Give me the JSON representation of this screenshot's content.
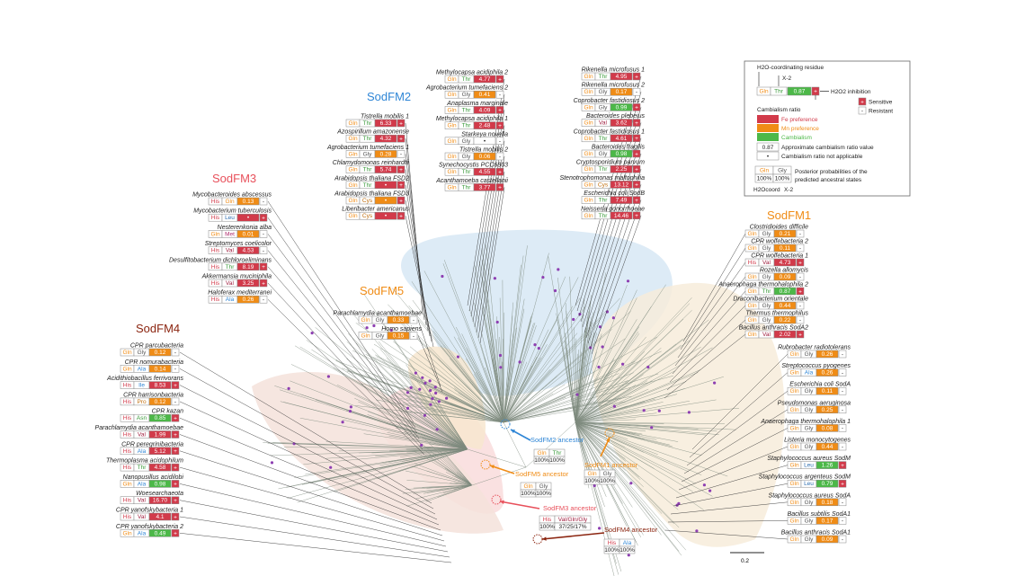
{
  "colors": {
    "Fe": "#d23a4a",
    "Mn": "#f08c16",
    "Cam": "#4cb848",
    "SodFM1": "#f08c16",
    "SodFM2": "#2f86d6",
    "SodFM3": "#e8505b",
    "SodFM4": "#8b2510",
    "SodFM5": "#f08c16"
  },
  "families": [
    {
      "key": "SodFM2",
      "label": "SodFM2"
    },
    {
      "key": "SodFM3",
      "label": "SodFM3"
    },
    {
      "key": "SodFM5",
      "label": "SodFM5"
    },
    {
      "key": "SodFM4",
      "label": "SodFM4"
    },
    {
      "key": "SodFM1",
      "label": "SodFM1"
    }
  ],
  "ancestors": {
    "SodFM2": {
      "label": "SodFM2 ancestor",
      "a": "Gln",
      "b": "Thr",
      "pa": "100%",
      "pb": "100%"
    },
    "SodFM1": {
      "label": "SodFM1 ancestor",
      "a": "Gln",
      "b": "Gly",
      "pa": "100%",
      "pb": "100%"
    },
    "SodFM5": {
      "label": "SodFM5 ancestor",
      "a": "Gln",
      "b": "Gly",
      "pa": "100%",
      "pb": "100%"
    },
    "SodFM3": {
      "label": "SodFM3 ancestor",
      "a": "His",
      "b": "Val/Gln/Gly",
      "pa": "100%",
      "pb": "37/25/17%"
    },
    "SodFM4": {
      "label": "SodFM4 ancestor",
      "a": "His",
      "b": "Ala",
      "pa": "100%",
      "pb": "100%"
    }
  },
  "legend": {
    "title": "H2O-coordinating residue",
    "x_label": "X",
    "inhibition": "H2O2 inhibition",
    "sensitive": "Sensitive",
    "resistant": "Resistant",
    "ratio_title": "Cambialism ratio",
    "fe_pref": "Fe preference",
    "mn_pref": "Mn preference",
    "cambialism": "Cambialism",
    "approx_val": "0.87",
    "approx_text": "Approximate cambialism ratio value",
    "na_text": "Cambialism ratio not applicable",
    "posterior_text1": "Posterior probabilities of the",
    "posterior_text2": "predicted ancestral states",
    "ex_a": "Gln",
    "ex_b": "Thr",
    "ex_val": "0.87",
    "ex_pa": "100%",
    "ex_pb": "100%",
    "ex2_a": "Gln",
    "ex2_b": "Gly",
    "coord_label": "H2Ocoord",
    "x2_label": "X-2"
  },
  "scale_label": "0.2",
  "species": {
    "SodFM2": [
      {
        "name": "Methylocapsa acidiphila 2",
        "a": "Gln",
        "b": "Thr",
        "val": "4.77",
        "c": "Fe",
        "s": "+"
      },
      {
        "name": "Agrobacterium tumefaciens 2",
        "a": "Gln",
        "b": "Gly",
        "val": "0.41",
        "c": "Mn",
        "s": "-"
      },
      {
        "name": "Anaplasma marginale",
        "a": "Gln",
        "b": "Thr",
        "val": "4.09",
        "c": "Fe",
        "s": "+"
      },
      {
        "name": "Methylocapsa acidiphila 1",
        "a": "Gln",
        "b": "Thr",
        "val": "2.48",
        "c": "Fe",
        "s": "+"
      },
      {
        "name": "Starkeya novella",
        "a": "Gln",
        "b": "Gly",
        "val": "•",
        "c": "none",
        "s": "-"
      },
      {
        "name": "Tistrella mobilis 2",
        "a": "Gln",
        "b": "Gly",
        "val": "0.06",
        "c": "Mn",
        "s": "-"
      },
      {
        "name": "Synechocystis PCC6803",
        "a": "Gln",
        "b": "Thr",
        "val": "4.55",
        "c": "Fe",
        "s": "+"
      },
      {
        "name": "Acanthamoeba castellanii",
        "a": "Gln",
        "b": "Thr",
        "val": "3.77",
        "c": "Fe",
        "s": "+"
      },
      {
        "name": "Rikenella microfusus 1",
        "a": "Gln",
        "b": "Thr",
        "val": "4.95",
        "c": "Fe",
        "s": "+"
      },
      {
        "name": "Rikenella microfusus 2",
        "a": "Gln",
        "b": "Gly",
        "val": "0.17",
        "c": "Mn",
        "s": "-"
      },
      {
        "name": "Coprobacter fastidiosus 2",
        "a": "Gln",
        "b": "Gly",
        "val": "0.99",
        "c": "Cam",
        "s": "+"
      },
      {
        "name": "Bacteroides plebeius",
        "a": "Gln",
        "b": "Val",
        "val": "3.62",
        "c": "Fe",
        "s": "+"
      },
      {
        "name": "Coprobacter fastidiosus 1",
        "a": "Gln",
        "b": "Thr",
        "val": "4.61",
        "c": "Fe",
        "s": "+"
      },
      {
        "name": "Bacteroides fragilis",
        "a": "Gln",
        "b": "Gly",
        "val": "0.98",
        "c": "Cam",
        "s": "+"
      },
      {
        "name": "Cryptosporidium parvum",
        "a": "Gln",
        "b": "Thr",
        "val": "2.25",
        "c": "Fe",
        "s": "+"
      },
      {
        "name": "Stenotrophomonas maltophilia",
        "a": "Gln",
        "b": "Cys",
        "val": "13.12",
        "c": "Fe",
        "s": "+"
      },
      {
        "name": "Escherichia coli SodB",
        "a": "Gln",
        "b": "Thr",
        "val": "7.49",
        "c": "Fe",
        "s": "+"
      },
      {
        "name": "Neisseria gonorrhoeae",
        "a": "Gln",
        "b": "Thr",
        "val": "14.46",
        "c": "Fe",
        "s": "+"
      },
      {
        "name": "Tistrella mobilis 1",
        "a": "Gln",
        "b": "Thr",
        "val": "6.33",
        "c": "Fe",
        "s": "+"
      },
      {
        "name": "Azospirillum amazonense",
        "a": "Gln",
        "b": "Thr",
        "val": "4.32",
        "c": "Fe",
        "s": "+"
      },
      {
        "name": "Agrobacterium tumefaciens 1",
        "a": "Gln",
        "b": "Gly",
        "val": "0.28",
        "c": "Mn",
        "s": "-"
      },
      {
        "name": "Chlamydomonas reinhardtii",
        "a": "Gln",
        "b": "Thr",
        "val": "5.74",
        "c": "Fe",
        "s": "+"
      },
      {
        "name": "Arabidopsis thaliana FSD2",
        "a": "Gln",
        "b": "Thr",
        "val": "•",
        "c": "Fe",
        "s": "+"
      },
      {
        "name": "Arabidopsis thaliana FSD3",
        "a": "Gln",
        "b": "Cys",
        "val": "•",
        "c": "Mn",
        "s": "+"
      },
      {
        "name": "Liberibacter americanus",
        "a": "Gln",
        "b": "Cys",
        "val": "•",
        "c": "Fe",
        "s": "+"
      }
    ],
    "SodFM3": [
      {
        "name": "Mycobacteroides abscessus",
        "a": "His",
        "b": "Gln",
        "val": "0.13",
        "c": "Mn",
        "s": "-"
      },
      {
        "name": "Mycobacterium tuberculosis",
        "a": "His",
        "b": "Leu",
        "val": "•",
        "c": "Fe",
        "s": "+"
      },
      {
        "name": "Nesterenkonia alba",
        "a": "Gln",
        "b": "Met",
        "val": "0.01",
        "c": "Mn",
        "s": "-"
      },
      {
        "name": "Streptomyces coelicolor",
        "a": "His",
        "b": "Val",
        "val": "4.53",
        "c": "Fe",
        "s": "-"
      },
      {
        "name": "Desulfitobacterium dichloroeliminans",
        "a": "His",
        "b": "Thr",
        "val": "8.19",
        "c": "Fe",
        "s": "+"
      },
      {
        "name": "Akkermansia muciniphila",
        "a": "His",
        "b": "Val",
        "val": "3.25",
        "c": "Fe",
        "s": "+"
      },
      {
        "name": "Haloferax mediterranei",
        "a": "His",
        "b": "Ala",
        "val": "0.26",
        "c": "Mn",
        "s": "-"
      }
    ],
    "SodFM5": [
      {
        "name": "Parachlamydia acanthamoebae",
        "a": "Gln",
        "b": "Gly",
        "val": "0.33",
        "c": "Mn",
        "s": "-"
      },
      {
        "name": "Homo sapiens",
        "a": "Gln",
        "b": "Gly",
        "val": "0.15",
        "c": "Mn",
        "s": "-"
      }
    ],
    "SodFM4": [
      {
        "name": "CPR parcubacteria",
        "a": "Gln",
        "b": "Gly",
        "val": "0.12",
        "c": "Mn",
        "s": "-"
      },
      {
        "name": "CPR nomurabacteria",
        "a": "Gln",
        "b": "Ala",
        "val": "0.14",
        "c": "Mn",
        "s": "-"
      },
      {
        "name": "Acidithiobacillus ferrivorans",
        "a": "His",
        "b": "Ile",
        "val": "8.53",
        "c": "Fe",
        "s": "+"
      },
      {
        "name": "CPR harrisonbacteria",
        "a": "His",
        "b": "Pro",
        "val": "0.12",
        "c": "Mn",
        "s": "-"
      },
      {
        "name": "CPR kazan",
        "a": "His",
        "b": "Asn",
        "val": "0.85",
        "c": "Cam",
        "s": "+"
      },
      {
        "name": "Parachlamydia acanthamoebae",
        "a": "His",
        "b": "Val",
        "val": "1.99",
        "c": "Fe",
        "s": "+"
      },
      {
        "name": "CPR peregrinibacteria",
        "a": "His",
        "b": "Ala",
        "val": "5.12",
        "c": "Fe",
        "s": "+"
      },
      {
        "name": "Thermoplasma acidophilum",
        "a": "His",
        "b": "Thr",
        "val": "4.58",
        "c": "Fe",
        "s": "+"
      },
      {
        "name": "Nanopusillus acidilobi",
        "a": "Gln",
        "b": "Ala",
        "val": "0.98",
        "c": "Cam",
        "s": "+"
      },
      {
        "name": "Woesearchaeota",
        "a": "His",
        "b": "Val",
        "val": "16.70",
        "c": "Fe",
        "s": "+"
      },
      {
        "name": "CPR yanofskybacteria 1",
        "a": "His",
        "b": "Val",
        "val": "4.1",
        "c": "Fe",
        "s": "+"
      },
      {
        "name": "CPR yanofskybacteria 2",
        "a": "Gln",
        "b": "Ala",
        "val": "0.49",
        "c": "Cam",
        "s": "+"
      }
    ],
    "SodFM1": [
      {
        "name": "Clostridioides difficile",
        "a": "Gln",
        "b": "Gly",
        "val": "0.21",
        "c": "Mn",
        "s": "-"
      },
      {
        "name": "CPR wolfebacteria 2",
        "a": "Gln",
        "b": "Gly",
        "val": "0.11",
        "c": "Mn",
        "s": "-"
      },
      {
        "name": "CPR wolfebacteria 1",
        "a": "His",
        "b": "Val",
        "val": "4.73",
        "c": "Fe",
        "s": "+"
      },
      {
        "name": "Rozella allomycis",
        "a": "Gln",
        "b": "Gly",
        "val": "0.09",
        "c": "Mn",
        "s": "-"
      },
      {
        "name": "Anaerophaga thermohalophila 2",
        "a": "Gln",
        "b": "Thr",
        "val": "0.87",
        "c": "Cam",
        "s": "+"
      },
      {
        "name": "Draconibacterium orientale",
        "a": "Gln",
        "b": "Gly",
        "val": "0.44",
        "c": "Mn",
        "s": "-"
      },
      {
        "name": "Thermus thermophilus",
        "a": "Gln",
        "b": "Gly",
        "val": "0.22",
        "c": "Mn",
        "s": "-"
      },
      {
        "name": "Bacillus anthracis SodA2",
        "a": "Gln",
        "b": "Val",
        "val": "2.02",
        "c": "Fe",
        "s": "+"
      },
      {
        "name": "Rubrobacter radiotolerans",
        "a": "Gln",
        "b": "Gly",
        "val": "0.26",
        "c": "Mn",
        "s": "-"
      },
      {
        "name": "Streptococcus pyogenes",
        "a": "Gln",
        "b": "Ala",
        "val": "0.26",
        "c": "Mn",
        "s": "-"
      },
      {
        "name": "Escherichia coli SodA",
        "a": "Gln",
        "b": "Gly",
        "val": "0.11",
        "c": "Mn",
        "s": "-"
      },
      {
        "name": "Pseudomonas aeruginosa",
        "a": "Gln",
        "b": "Gly",
        "val": "0.25",
        "c": "Mn",
        "s": "-"
      },
      {
        "name": "Anaerophaga thermohalophila 1",
        "a": "Gln",
        "b": "Gly",
        "val": "0.08",
        "c": "Mn",
        "s": "-"
      },
      {
        "name": "Listeria monocytogenes",
        "a": "Gln",
        "b": "Gly",
        "val": "0.44",
        "c": "Mn",
        "s": "-"
      },
      {
        "name": "Staphylococcus aureus SodM",
        "a": "Gln",
        "b": "Leu",
        "val": "1.26",
        "c": "Cam",
        "s": "+"
      },
      {
        "name": "Staphylococcus argenteus SodM",
        "a": "Gln",
        "b": "Leu",
        "val": "0.79",
        "c": "Cam",
        "s": "+"
      },
      {
        "name": "Staphylococcus aureus SodA",
        "a": "Gln",
        "b": "Gly",
        "val": "0.18",
        "c": "Mn",
        "s": "-"
      },
      {
        "name": "Bacillus subtilis SodA1",
        "a": "Gln",
        "b": "Gly",
        "val": "0.17",
        "c": "Mn",
        "s": "-"
      },
      {
        "name": "Bacillus anthracis SodA1",
        "a": "Gln",
        "b": "Gly",
        "val": "0.09",
        "c": "Mn",
        "s": "-"
      }
    ]
  }
}
